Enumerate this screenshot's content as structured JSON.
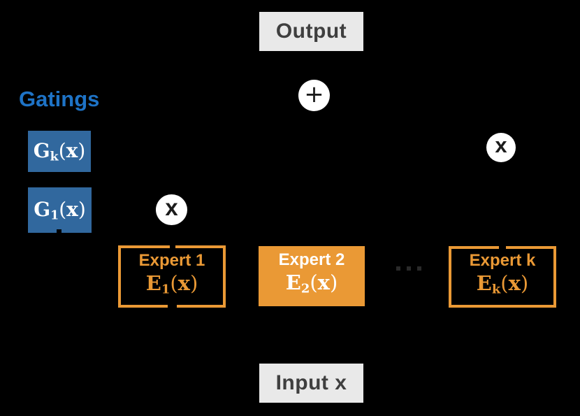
{
  "diagram": {
    "output_label": "Output",
    "input_label": "Input x",
    "sum_symbol": "+",
    "multiply_left_symbol": "x",
    "multiply_right_symbol": "x",
    "gatings_heading": "Gatings",
    "gating_boxes": [
      {
        "base": "G",
        "sub": "k",
        "open": "(",
        "arg": "x",
        "close": ")"
      },
      {
        "base": "G",
        "sub": "1",
        "open": "(",
        "arg": "x",
        "close": ")"
      }
    ],
    "experts": [
      {
        "title": "Expert 1",
        "base": "E",
        "sub": "1",
        "open": "(",
        "arg": "x",
        "close": ")"
      },
      {
        "title": "Expert 2",
        "base": "E",
        "sub": "2",
        "open": "(",
        "arg": "x",
        "close": ")"
      },
      {
        "title": "Expert k",
        "base": "E",
        "sub": "k",
        "open": "(",
        "arg": "x",
        "close": ")"
      }
    ],
    "ellipsis": "···"
  },
  "colors": {
    "background": "#000000",
    "io_box_fill": "#E9E9E9",
    "io_text": "#3F3F3F",
    "gating_box_fill": "#31689E",
    "gatings_heading_text": "#1E73C6",
    "expert_orange": "#EA9935",
    "node_fill": "#FFFFFF",
    "node_symbol": "#1C1C1C",
    "ellipsis_dots": "#2A2A2A"
  }
}
